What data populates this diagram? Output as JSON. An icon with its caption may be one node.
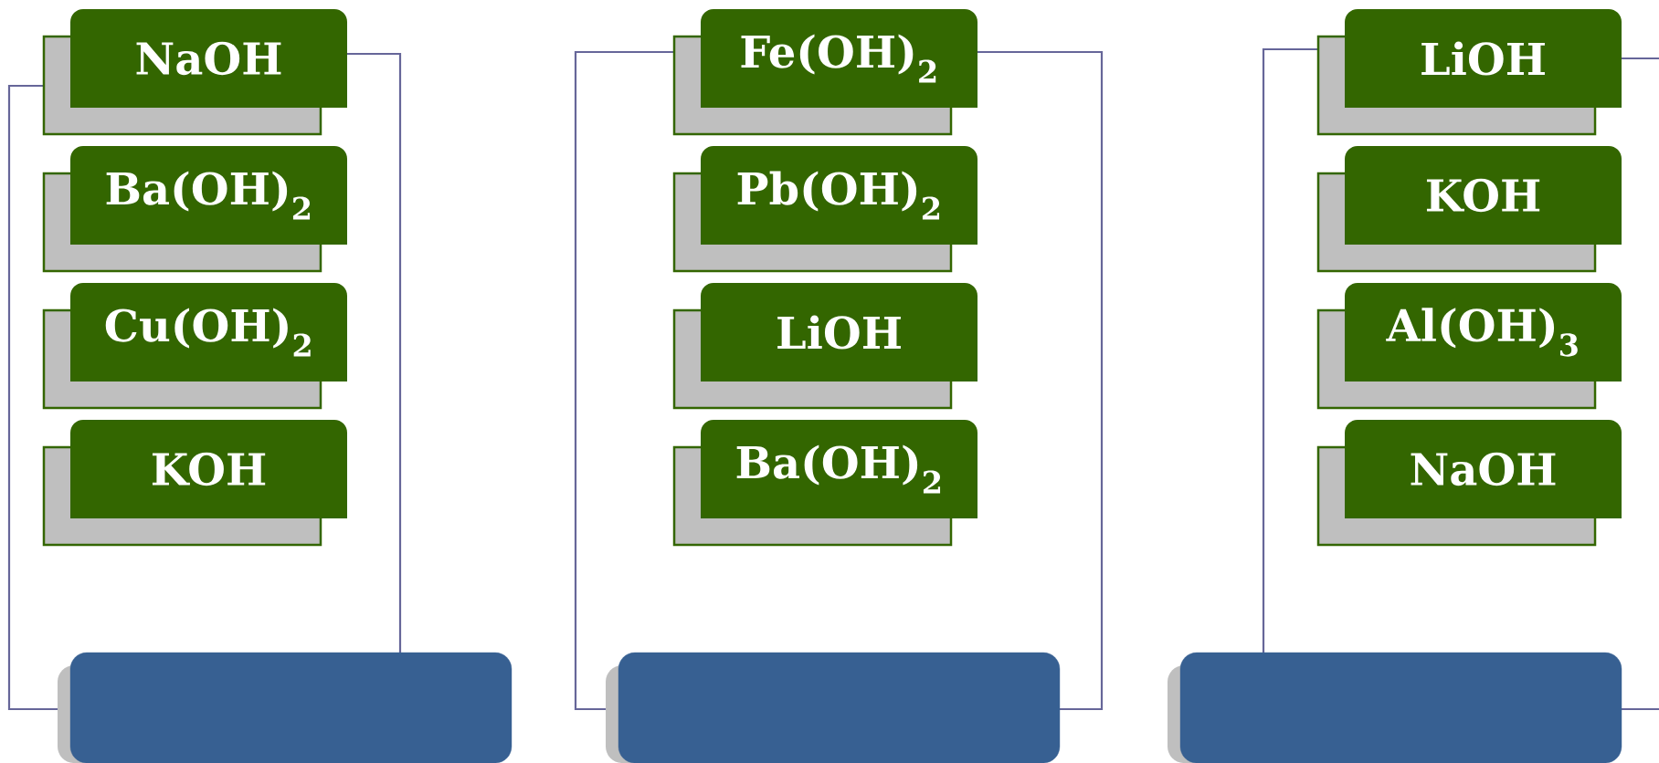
{
  "diagram": {
    "nodes": [
      {
        "text": [
          "NaOH"
        ]
      },
      {
        "text": [
          "Ba(OH)$_{2}$"
        ]
      },
      {
        "text": [
          "Cu(OH)$_{2}$"
        ]
      },
      {
        "text": [
          "KOH"
        ]
      },
      {
        "text": [],
        "shape": "box"
      },
      {
        "text": [
          "Fe(OH)$_{2}$"
        ]
      },
      {
        "text": [
          "Pb(OH)$_{2}$"
        ]
      },
      {
        "text": [
          "LiOH"
        ]
      },
      {
        "text": [
          "Ba(OH)$_{2}$"
        ]
      },
      {
        "text": [],
        "shape": "box"
      },
      {
        "text": [
          "LiOH"
        ]
      },
      {
        "text": [
          "KOH"
        ]
      },
      {
        "text": [
          "Al(OH)$_{3}$"
        ]
      },
      {
        "text": [
          "NaOH"
        ]
      },
      {
        "text": [],
        "shape": "box"
      }
    ],
    "edges": [
      {
        "from": 0,
        "to": 4,
        "arrow": "none"
      },
      {
        "from": 0,
        "to": 4,
        "arrow": "none"
      },
      {
        "from": 5,
        "to": 9,
        "arrow": "none"
      },
      {
        "from": 5,
        "to": 9,
        "arrow": "none"
      },
      {
        "from": 10,
        "to": 14,
        "arrow": "none"
      },
      {
        "from": 10,
        "to": null,
        "arrow": "none"
      },
      {
        "from": 14,
        "to": null,
        "arrow": "none"
      }
    ]
  }
}
